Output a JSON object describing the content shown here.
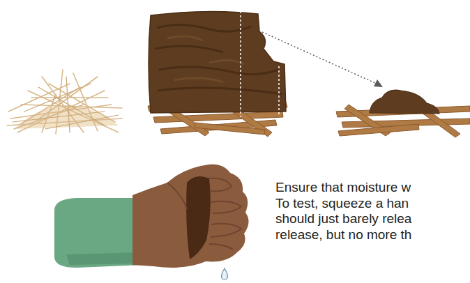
{
  "diagram": {
    "labels": [
      "Ensure that moisture w",
      "To test, squeeze a han",
      "should just barely relea",
      "release, but no more th"
    ]
  }
}
